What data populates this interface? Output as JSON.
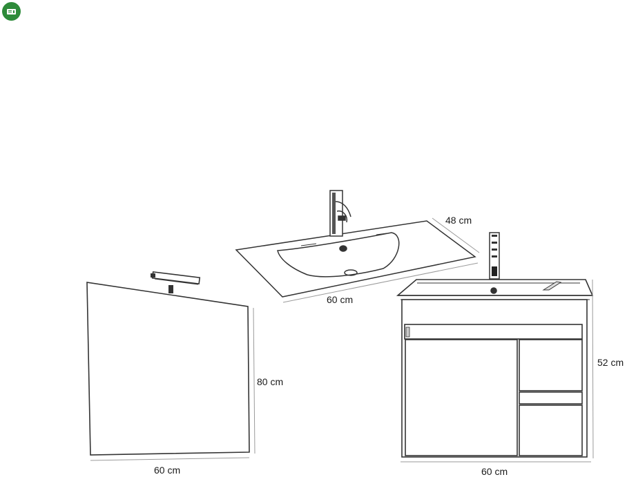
{
  "dimensions": {
    "mirror_width": "60 cm",
    "mirror_height": "80 cm",
    "basin_width": "60 cm",
    "basin_depth": "48 cm",
    "cabinet_width": "60 cm",
    "cabinet_height": "52 cm"
  },
  "icons": {
    "badge": "green-badge-icon"
  },
  "colors": {
    "badge": "#2e8b3a",
    "line": "#333333",
    "dimension_line": "#9a9a9a"
  }
}
